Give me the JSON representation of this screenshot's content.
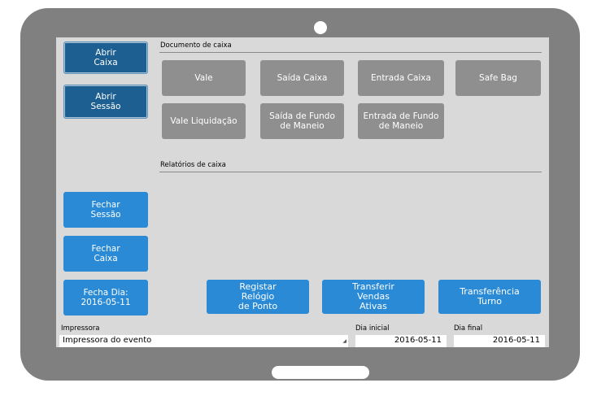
{
  "left_buttons": {
    "abrir_caixa": "Abrir\nCaixa",
    "abrir_sessao": "Abrir\nSessão",
    "fechar_sessao": "Fechar\nSessão",
    "fechar_caixa": "Fechar\nCaixa",
    "fecha_dia": "Fecha Dia:\n2016-05-11"
  },
  "documento": {
    "title": "Documento de caixa",
    "buttons": [
      "Vale",
      "Saída Caixa",
      "Entrada Caixa",
      "Safe Bag",
      "Vale Liquidação",
      "Saída de Fundo\nde Maneio",
      "Entrada de Fundo\nde Maneio"
    ]
  },
  "relatorios": {
    "title": "Relatórios de caixa"
  },
  "bottom_buttons": {
    "registar": "Registar\nRelógio\nde Ponto",
    "transferir": "Transferir\nVendas\nAtivas",
    "transferencia": "Transferência\nTurno"
  },
  "fields": {
    "impressora_label": "Impressora",
    "impressora_value": "Impressora do evento",
    "dia_inicial_label": "Dia inicial",
    "dia_inicial_value": "2016-05-11",
    "dia_final_label": "Dia final",
    "dia_final_value": "2016-05-11"
  },
  "colors": {
    "device": "#808080",
    "screen": "#d9d9d9",
    "dark_blue": "#1c5f90",
    "blue": "#2a8ad6",
    "gray_button": "#8f8f8f"
  }
}
